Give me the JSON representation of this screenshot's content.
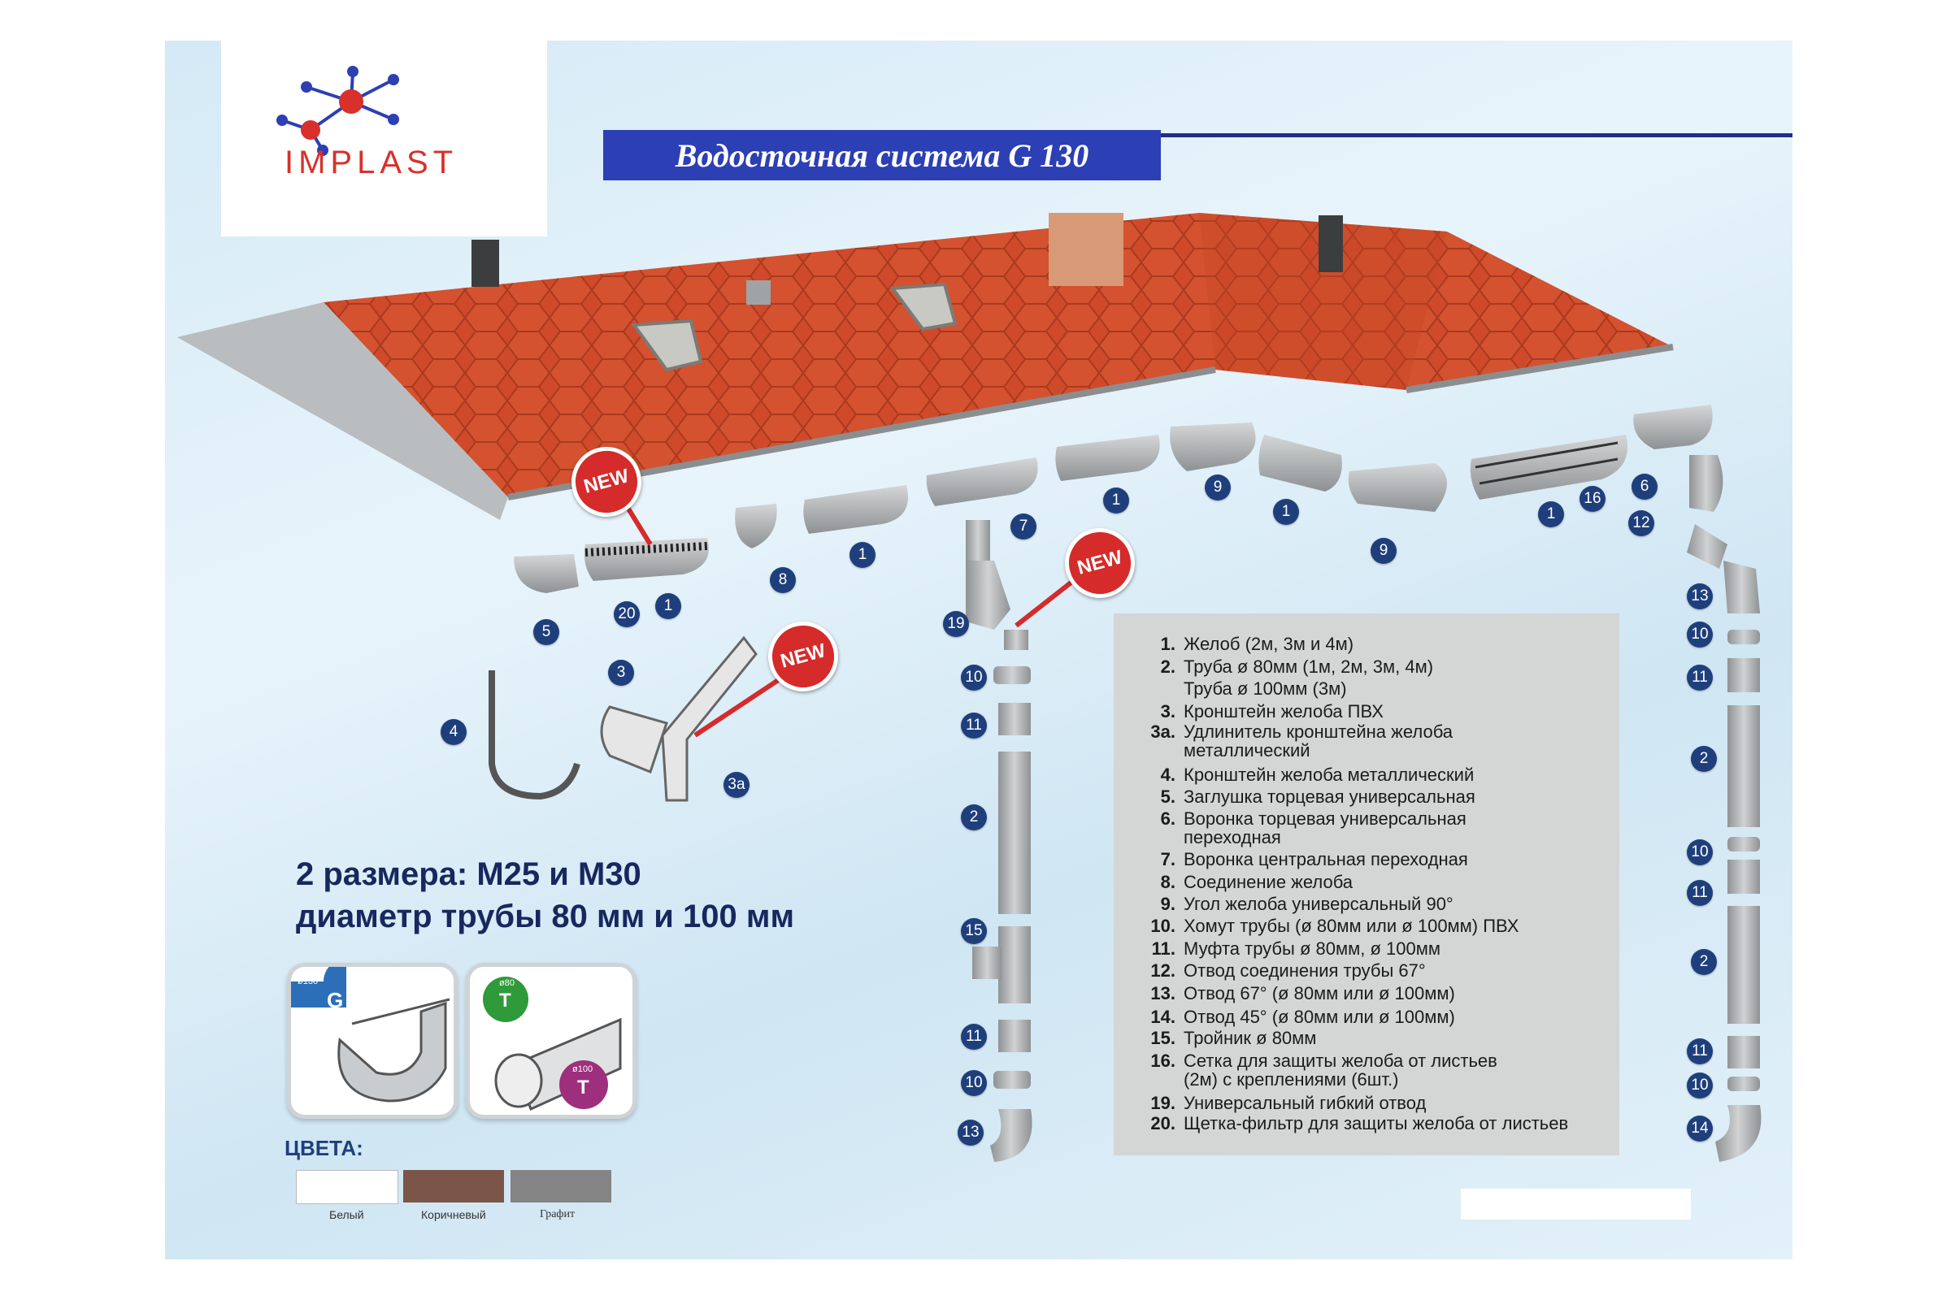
{
  "brand": {
    "logo_text": "IMPLAST"
  },
  "header": {
    "title": "Водосточная система G 130"
  },
  "callouts": {
    "new_label": "NEW",
    "numbers": [
      "5",
      "20",
      "1",
      "8",
      "1",
      "7",
      "1",
      "9",
      "1",
      "9",
      "1",
      "16",
      "6",
      "12",
      "3",
      "4",
      "3а",
      "19",
      "10",
      "11",
      "2",
      "15",
      "11",
      "10",
      "13",
      "13",
      "10",
      "11",
      "2",
      "10",
      "11",
      "2",
      "11",
      "10",
      "14"
    ]
  },
  "legend": {
    "items": [
      {
        "num": "1.",
        "text": "Желоб (2м, 3м и 4м)"
      },
      {
        "num": "2.",
        "text": "Труба ø 80мм (1м, 2м, 3м, 4м)"
      },
      {
        "num": "",
        "text": "Труба ø 100мм (3м)"
      },
      {
        "num": "3.",
        "text": "Кронштейн желоба ПВХ"
      },
      {
        "num": "3а.",
        "text": "Удлинитель кронштейна желоба"
      },
      {
        "num": "",
        "text": "металлический"
      },
      {
        "num": "4.",
        "text": "Кронштейн желоба металлический"
      },
      {
        "num": "5.",
        "text": "Заглушка торцевая универсальная"
      },
      {
        "num": "6.",
        "text": "Воронка торцевая универсальная"
      },
      {
        "num": "",
        "text": "переходная"
      },
      {
        "num": "7.",
        "text": "Воронка центральная переходная"
      },
      {
        "num": "8.",
        "text": "Соединение желоба"
      },
      {
        "num": "9.",
        "text": "Угол желоба универсальный 90°"
      },
      {
        "num": "10.",
        "text": "Хомут трубы (ø 80мм или ø 100мм) ПВХ"
      },
      {
        "num": "11.",
        "text": "Муфта трубы ø 80мм, ø 100мм"
      },
      {
        "num": "12.",
        "text": "Отвод соединения трубы 67°"
      },
      {
        "num": "13.",
        "text": "Отвод 67° (ø 80мм или ø 100мм)"
      },
      {
        "num": "14.",
        "text": "Отвод 45° (ø 80мм или ø 100мм)"
      },
      {
        "num": "15.",
        "text": "Тройник ø 80мм"
      },
      {
        "num": "16.",
        "text": "Сетка для защиты желоба от листьев"
      },
      {
        "num": "",
        "text": "(2м) с креплениями (6шт.)"
      },
      {
        "num": "19.",
        "text": "Универсальный гибкий отвод"
      },
      {
        "num": "20.",
        "text": "Щетка-фильтр для защиты желоба от листьев"
      }
    ]
  },
  "sizes": {
    "line1": "2 размера: М25 и М30",
    "line2": "диаметр трубы 80 мм и 100 мм"
  },
  "tiles": {
    "gutter": {
      "dia": "ø130",
      "letter": "G"
    },
    "pipe": {
      "dia1": "ø80",
      "letter1": "T",
      "dia2": "ø100",
      "letter2": "T"
    }
  },
  "colors": {
    "title": "ЦВЕТА:",
    "items": [
      {
        "label": "Белый",
        "hex": "#ffffff"
      },
      {
        "label": "Коричневый",
        "hex": "#7a5548"
      },
      {
        "label": "Графит",
        "hex": "#848484"
      }
    ]
  },
  "palette": {
    "roof": "#cf4a2a",
    "title_bar": "#2c3fb4",
    "badge": "#1f3f7c",
    "new_badge": "#d52b2b",
    "legend_bg": "#d4d5d5",
    "gutter": "#aeb1b3"
  }
}
